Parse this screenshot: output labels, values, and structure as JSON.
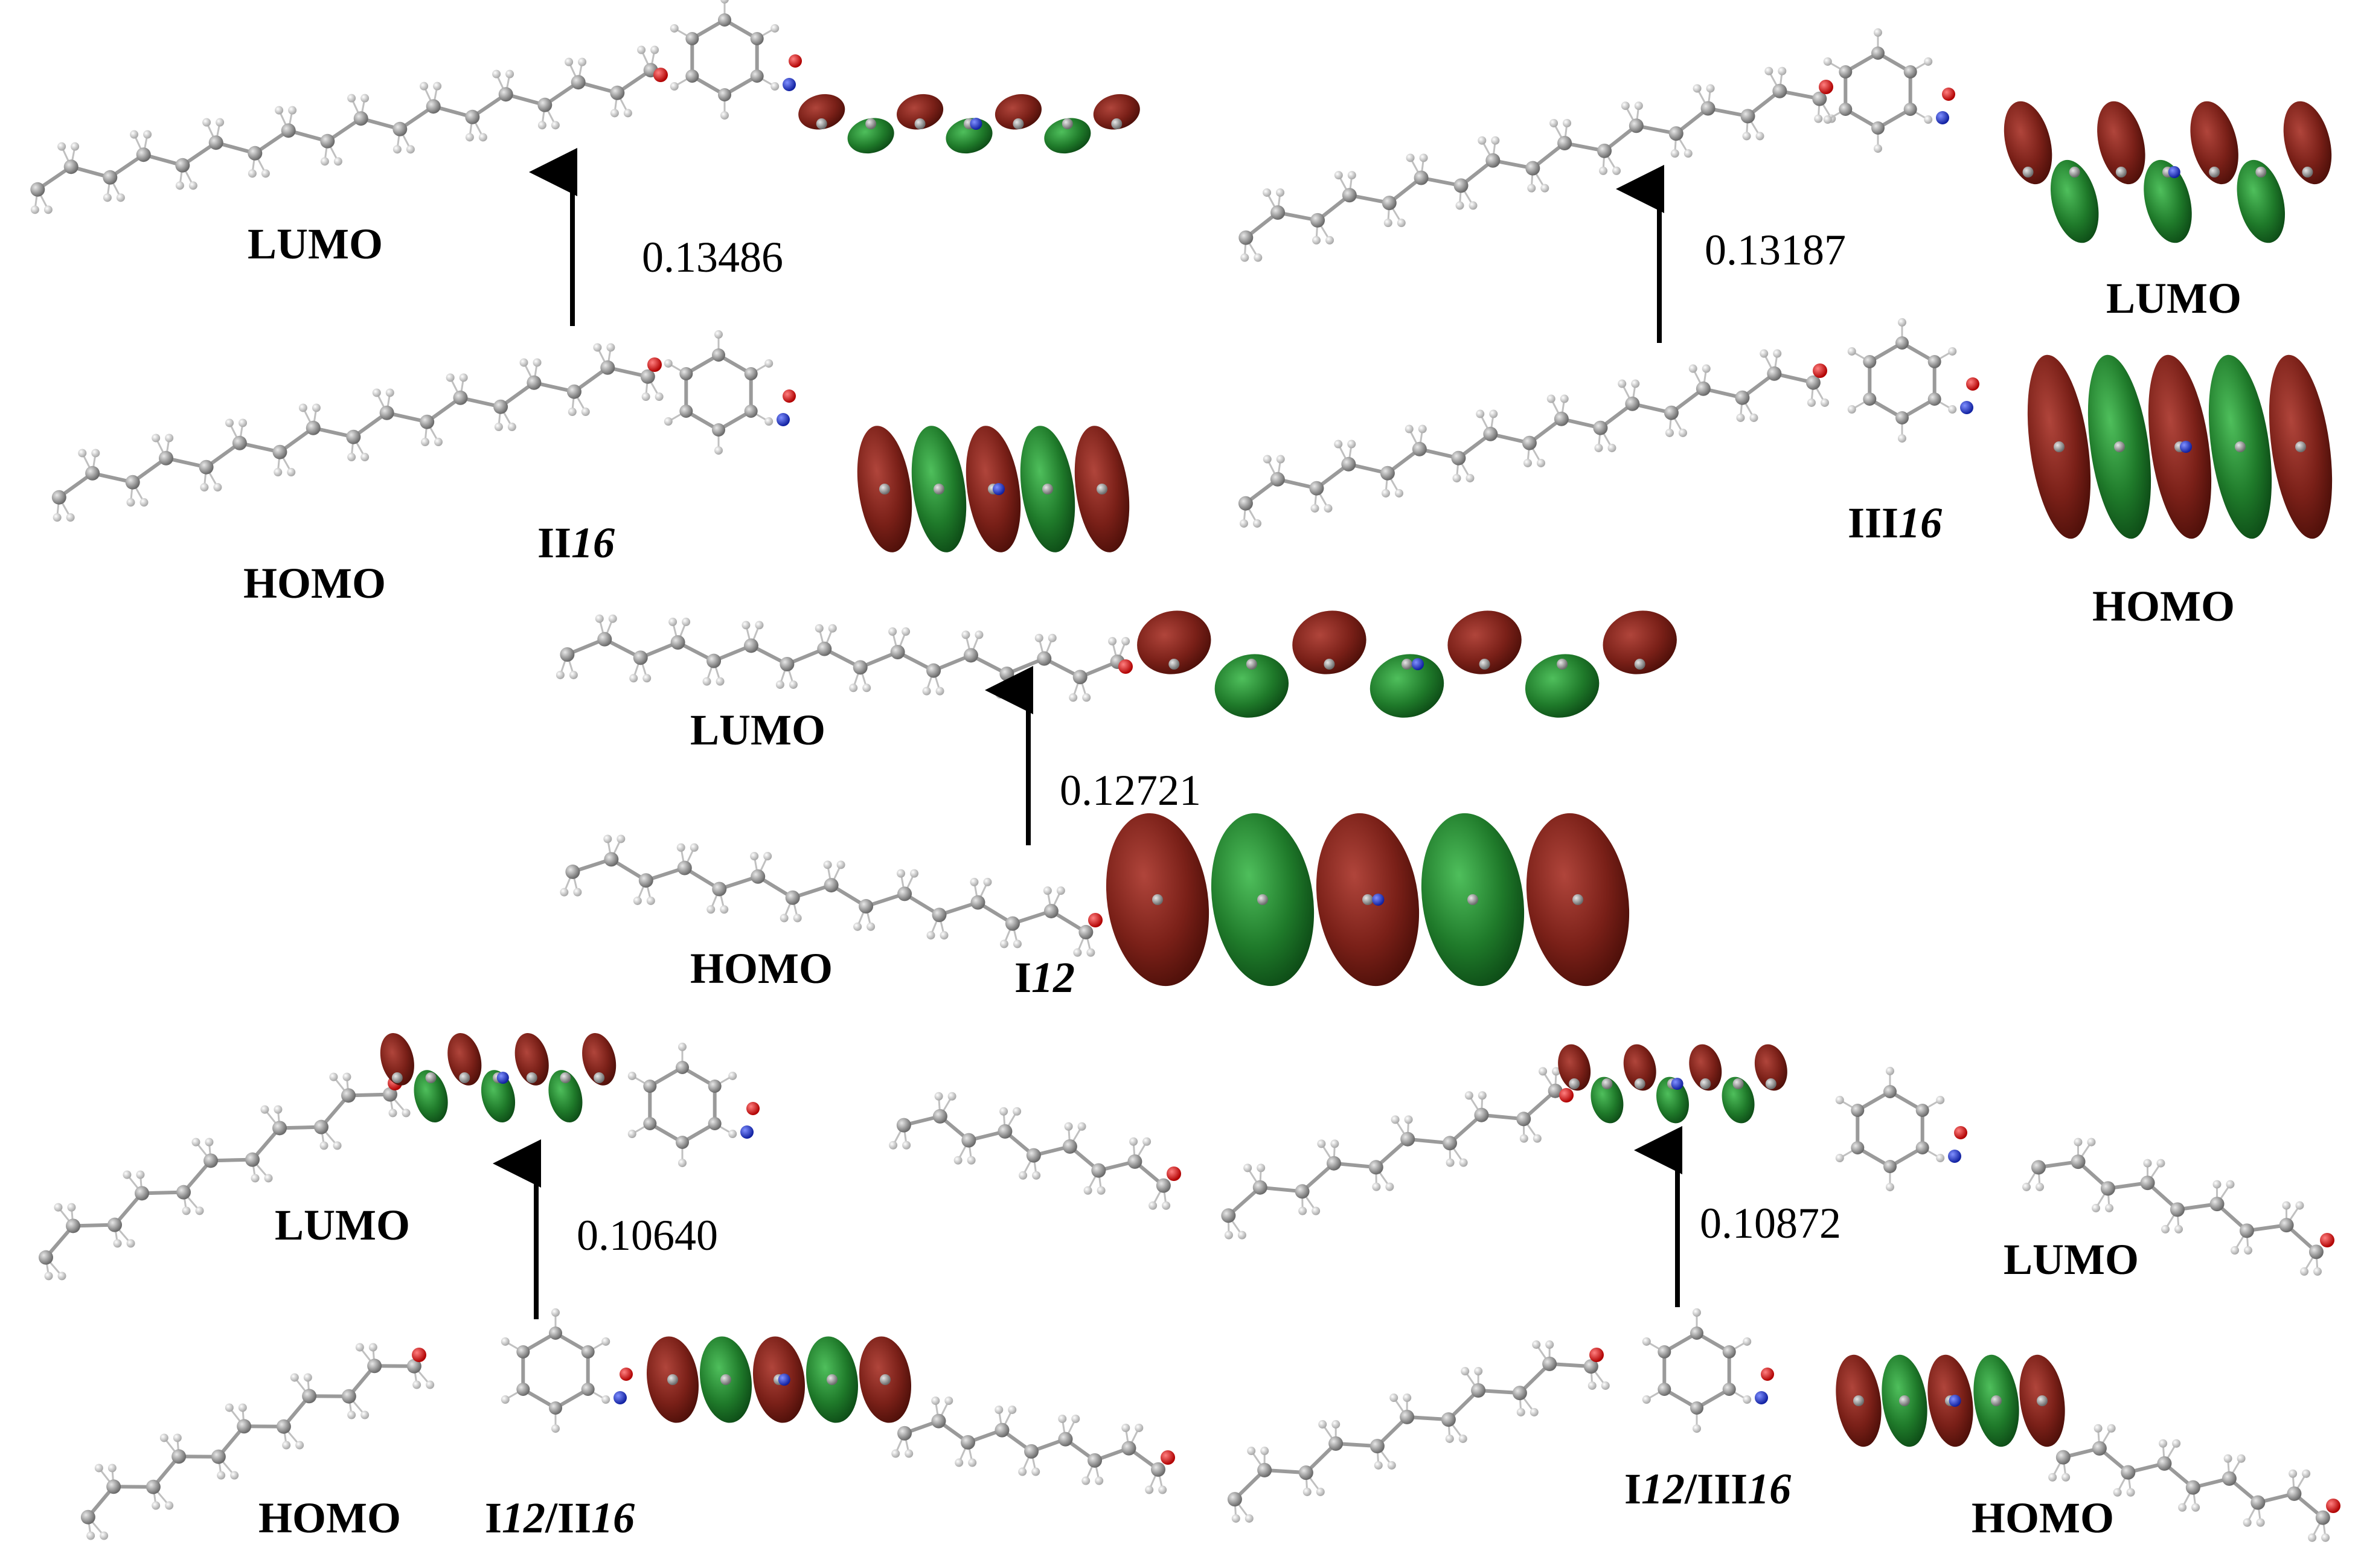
{
  "colors": {
    "orbital_positive": "#6e1c14",
    "orbital_negative": "#1f7a2a",
    "carbon": "#8c8c8c",
    "hydrogen": "#d2d2d2",
    "oxygen": "#d01010",
    "nitrogen": "#1a2fd0"
  },
  "panels": [
    {
      "compound_prefix": "II",
      "compound_number": "16",
      "lumo_label": "LUMO",
      "homo_label": "HOMO",
      "gap": "0.13486"
    },
    {
      "compound_prefix": "III",
      "compound_number": "16",
      "lumo_label": "LUMO",
      "homo_label": "HOMO",
      "gap": "0.13187"
    },
    {
      "compound_prefix": "I",
      "compound_number": "12",
      "lumo_label": "LUMO",
      "homo_label": "HOMO",
      "gap": "0.12721"
    },
    {
      "compound_prefix_a": "I",
      "compound_number_a": "12",
      "separator": "/",
      "compound_prefix_b": "II",
      "compound_number_b": "16",
      "lumo_label": "LUMO",
      "homo_label": "HOMO",
      "gap": "0.10640"
    },
    {
      "compound_prefix_a": "I",
      "compound_number_a": "12",
      "separator": "/",
      "compound_prefix_b": "III",
      "compound_number_b": "16",
      "lumo_label": "LUMO",
      "homo_label": "HOMO",
      "gap": "0.10872"
    }
  ]
}
